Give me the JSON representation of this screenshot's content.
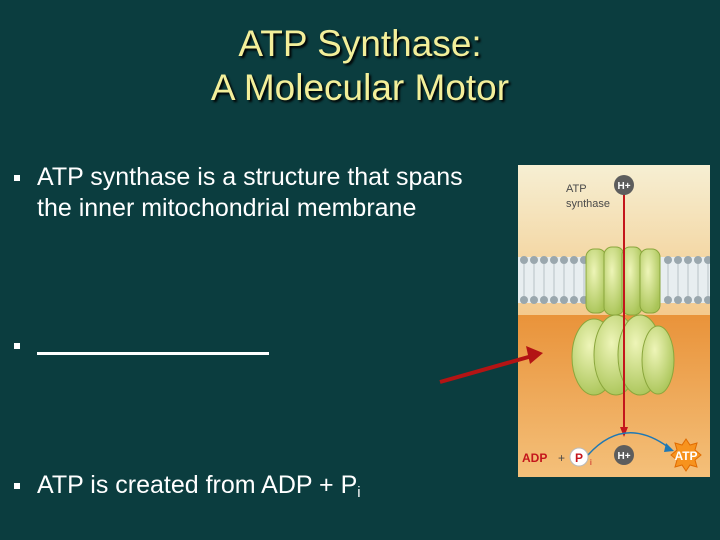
{
  "title": {
    "line1": "ATP Synthase:",
    "line2": "A Molecular Motor"
  },
  "bullets": [
    {
      "text": "ATP synthase is a structure that spans the inner mitochondrial membrane"
    },
    {
      "text": ""
    },
    {
      "text": "ATP is created from ADP + P",
      "subscript": "i"
    }
  ],
  "figure": {
    "label_line1": "ATP",
    "label_line2": "synthase",
    "h_plus_top": "H+",
    "h_plus_bottom": "H+",
    "adp": "ADP",
    "plus": "+",
    "pi": "P",
    "pi_sub": "i",
    "atp": "ATP"
  },
  "colors": {
    "background": "#0b3d3f",
    "title": "#f3ef9a",
    "arrow": "#b31414"
  }
}
